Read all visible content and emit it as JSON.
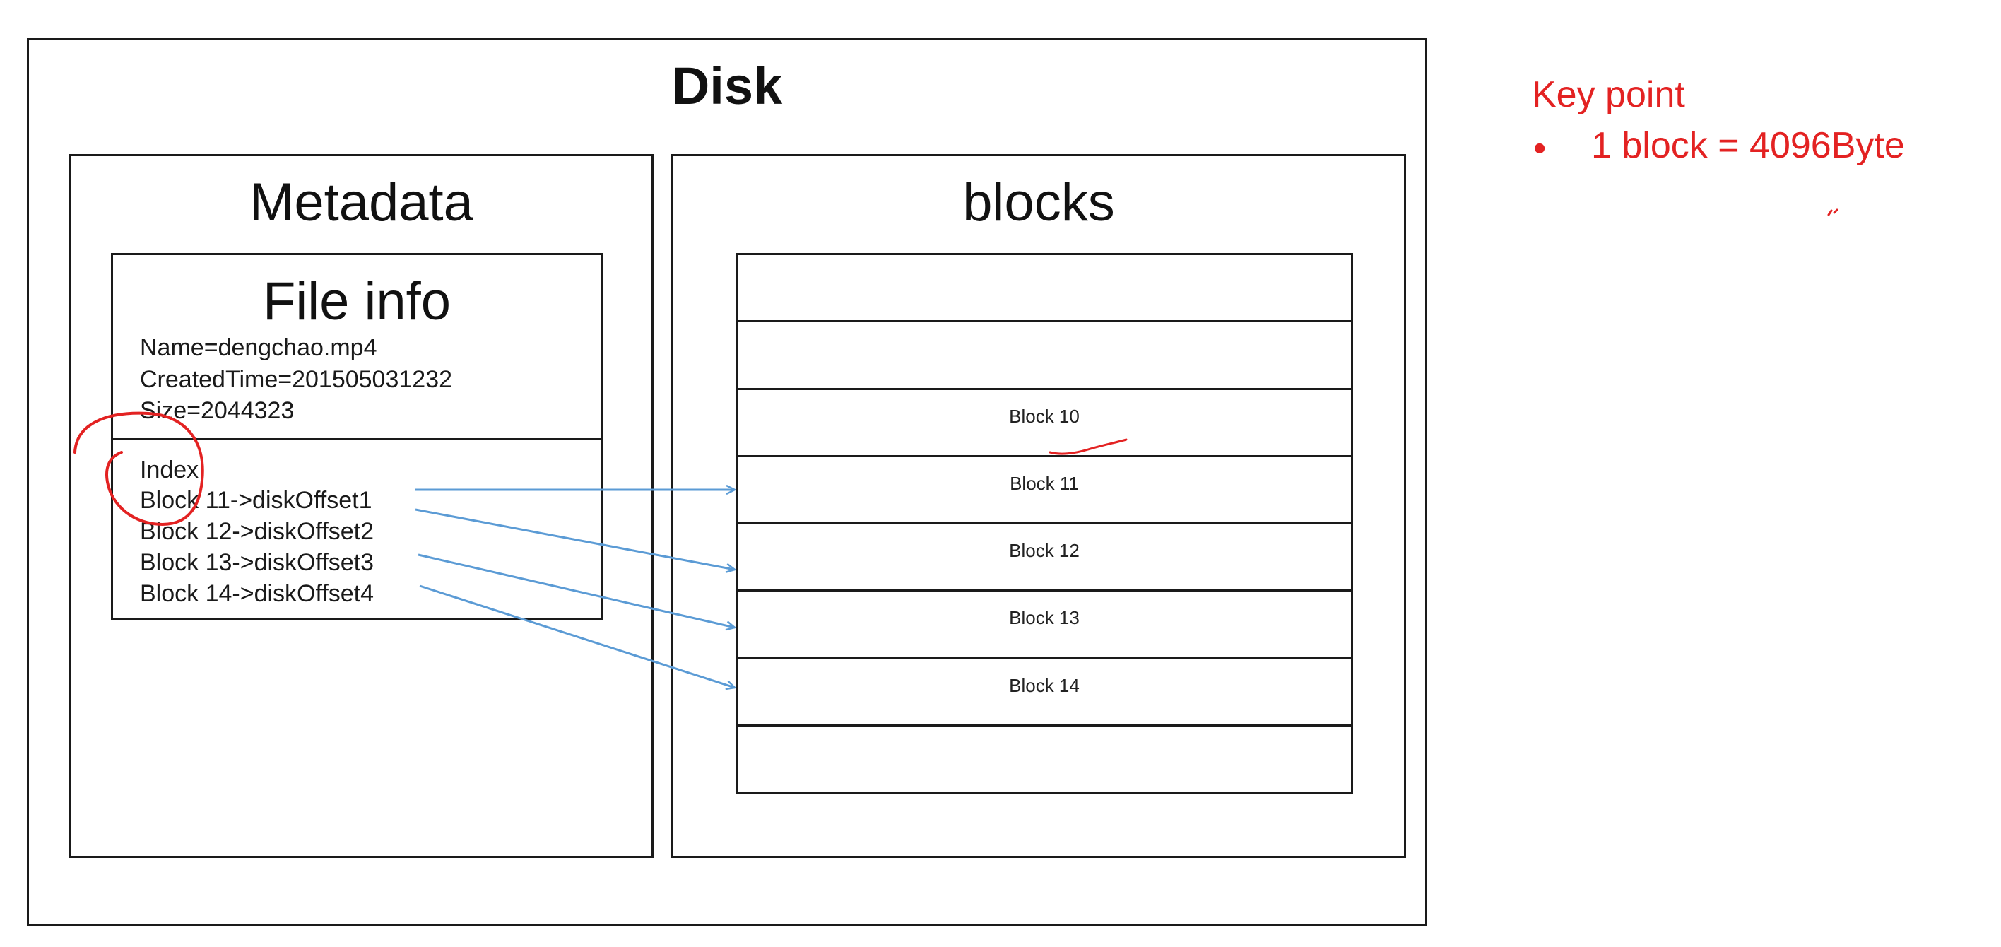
{
  "disk": {
    "title": "Disk"
  },
  "metadata": {
    "title": "Metadata",
    "file_info": {
      "title": "File info",
      "lines": [
        "Name=dengchao.mp4",
        "CreatedTime=201505031232",
        "Size=2044323"
      ],
      "index_title": "Index",
      "index_entries": [
        "Block 11->diskOffset1",
        "Block 12->diskOffset2",
        "Block 13->diskOffset3",
        "Block 14->diskOffset4"
      ]
    }
  },
  "blocks": {
    "title": "blocks",
    "rows": [
      "",
      "",
      "Block 10",
      "Block 11",
      "Block 12",
      "Block 13",
      "Block 14",
      ""
    ]
  },
  "key_point": {
    "heading": "Key point",
    "bullet": "•",
    "items": [
      "1 block = 4096Byte"
    ]
  },
  "colors": {
    "arrow": "#5b9bd5",
    "annotation": "#e32222",
    "border": "#1a1a1a"
  }
}
